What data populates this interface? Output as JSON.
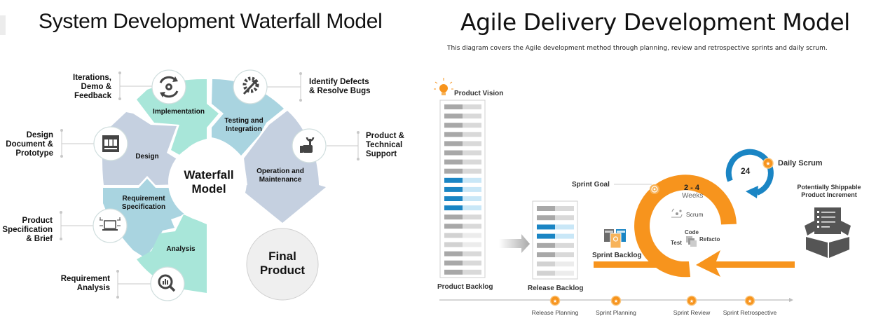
{
  "waterfall": {
    "title": "System Development Waterfall Model",
    "center_label_line1": "Waterfall",
    "center_label_line2": "Model",
    "final_line1": "Final",
    "final_line2": "Product",
    "colors": {
      "mint": "#a8e6d9",
      "teal": "#a9d4e0",
      "slate": "#c5d0e0"
    },
    "stages": [
      {
        "label_line1": "Requirement",
        "label_line2": "Specification",
        "icon": "laptop-network-icon",
        "callout": [
          "Product",
          "Specification",
          "& Brief"
        ]
      },
      {
        "label_line1": "Analysis",
        "label_line2": "",
        "icon": "magnifier-chart-icon",
        "callout": [
          "Requirement",
          "Analysis"
        ]
      },
      {
        "label_line1": "Design",
        "label_line2": "",
        "icon": "layout-window-icon",
        "callout": [
          "Design",
          "Document &",
          "Prototype"
        ]
      },
      {
        "label_line1": "Implementation",
        "label_line2": "",
        "icon": "gear-cycle-icon",
        "callout": [
          "Iterations,",
          "Demo &",
          "Feedback"
        ]
      },
      {
        "label_line1": "Testing and",
        "label_line2": "Integration",
        "icon": "gear-arrow-icon",
        "callout": [
          "Identify Defects",
          "& Resolve Bugs"
        ]
      },
      {
        "label_line1": "Operation and",
        "label_line2": "Maintenance",
        "icon": "wrench-hand-icon",
        "callout": [
          "Product &",
          "Technical",
          "Support"
        ]
      }
    ]
  },
  "agile": {
    "title": "Agile Delivery Development Model",
    "subtitle": "This diagram covers the Agile development  method  through  planning, review  and retrospective sprints and daily scrum.",
    "product_vision": "Product Vision",
    "product_backlog": "Product Backlog",
    "release_backlog": "Release Backlog",
    "sprint_backlog": "Sprint Backlog",
    "sprint_goal": "Sprint Goal",
    "cycle_top": "2 - 4",
    "cycle_unit": "Weeks",
    "scrum": "Scrum",
    "code": "Code",
    "test": "Test",
    "refactor": "Refacto",
    "daily_hours": "24",
    "daily_scrum": "Daily Scrum",
    "increment_line1": "Potentially Shippable",
    "increment_line2": "Product Increment",
    "colors": {
      "orange": "#f7941d",
      "blue": "#1a85c4",
      "light_blue": "#c9e7f7",
      "gray": "#a8a8a8",
      "light_gray": "#d9d9d9"
    },
    "product_backlog_rows": [
      "gray",
      "gray",
      "gray",
      "gray",
      "gray",
      "gray",
      "gray",
      "gray",
      "blue",
      "blue",
      "blue",
      "blue",
      "gray",
      "gray",
      "light",
      "light",
      "gray",
      "gray",
      "gray"
    ],
    "release_backlog_rows": [
      "gray",
      "gray",
      "blue",
      "blue",
      "gray",
      "gray",
      "light",
      "light"
    ],
    "timeline": [
      "Release Planning",
      "Sprint Planning",
      "Sprint Review",
      "Sprint Retrospective"
    ]
  }
}
